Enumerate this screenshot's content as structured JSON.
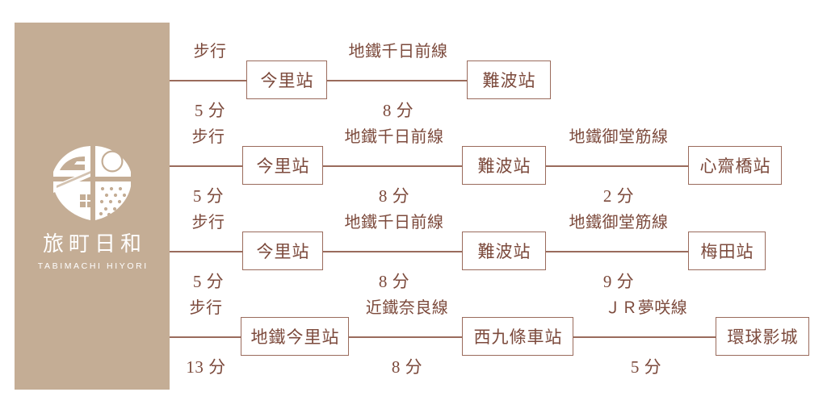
{
  "brand": {
    "logo_icon": "shield-house-logo",
    "name": "旅町日和",
    "subtitle": "TABIMACHI HIYORI",
    "panel_color": "#c4ad95",
    "logo_color": "#ffffff"
  },
  "theme": {
    "line_color": "#9a6b5c",
    "text_color": "#7c4a3c",
    "background": "#ffffff"
  },
  "routes": [
    {
      "id": "route-namba",
      "segments": [
        {
          "mode": "步行",
          "duration": "5 分"
        },
        {
          "mode": "地鐵千日前線",
          "duration": "8 分"
        }
      ],
      "stations": [
        "今里站",
        "難波站"
      ]
    },
    {
      "id": "route-shinsaibashi",
      "segments": [
        {
          "mode": "步行",
          "duration": "5 分"
        },
        {
          "mode": "地鐵千日前線",
          "duration": "8 分"
        },
        {
          "mode": "地鐵御堂筋線",
          "duration": "2 分"
        }
      ],
      "stations": [
        "今里站",
        "難波站",
        "心齋橋站"
      ]
    },
    {
      "id": "route-umeda",
      "segments": [
        {
          "mode": "步行",
          "duration": "5 分"
        },
        {
          "mode": "地鐵千日前線",
          "duration": "8 分"
        },
        {
          "mode": "地鐵御堂筋線",
          "duration": "9 分"
        }
      ],
      "stations": [
        "今里站",
        "難波站",
        "梅田站"
      ]
    },
    {
      "id": "route-usj",
      "segments": [
        {
          "mode": "步行",
          "duration": "13 分"
        },
        {
          "mode": "近鐵奈良線",
          "duration": "8 分"
        },
        {
          "mode": "ＪＲ夢咲線",
          "duration": "5 分"
        }
      ],
      "stations": [
        "地鐵今里站",
        "西九條車站",
        "環球影城"
      ]
    }
  ]
}
